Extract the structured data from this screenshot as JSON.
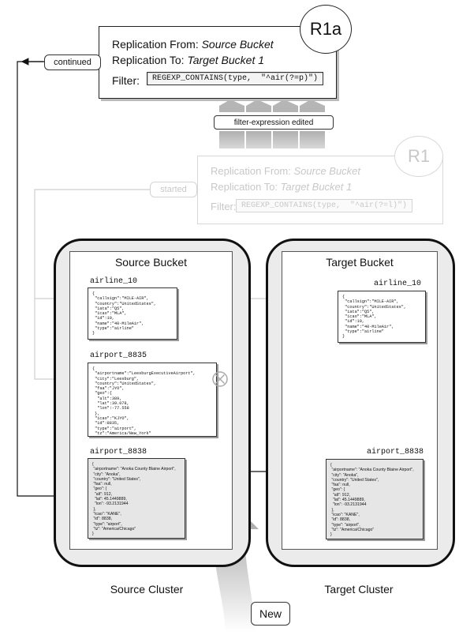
{
  "repl_active": {
    "badge": "R1a",
    "from_label": "Replication From: ",
    "from_value": "Source Bucket",
    "to_label": "Replication To: ",
    "to_value": "Target Bucket 1",
    "filter_label": "Filter:",
    "filter_value": "REGEXP_CONTAINS(type,  \"^air(?=p)\")"
  },
  "repl_old": {
    "badge": "R1",
    "from_label": "Replication From: ",
    "from_value": "Source Bucket",
    "to_label": "Replication To: ",
    "to_value": "Target Bucket 1",
    "filter_label": "Filter:",
    "filter_value": "REGEXP_CONTAINS(type,  \"^air(?=l)\")"
  },
  "status": {
    "continued": "continued",
    "started": "started",
    "edited": "filter-expression  edited"
  },
  "source": {
    "bucket_title": "Source Bucket",
    "cluster_label": "Source Cluster",
    "doc1_key": "airline_10",
    "doc1_body": "{\n \"callsign\":\"MILE-AIR\",\n \"country\":\"UnitedStates\",\n \"iata\":\"Q5\",\n \"icao\":\"MLA\",\n \"id\":10,\n \"name\":\"40-MileAir\",\n \"type\":\"airline\"\n}",
    "doc2_key": "airport_8835",
    "doc2_body": "{\n \"airportname\":\"LeesburgExecutiveAirport\",\n \"city\":\"Leesburg\",\n \"country\":\"UnitedStates\",\n \"faa\":\"JYO\",\n \"geo\":{\n  \"alt\":389,\n  \"lat\":39.078,\n  \"lon\":-77.558\n },\n \"icao\":\"KJYO\",\n \"id\":8835,\n \"type\":\"airport\",\n \"tz\":\"America/New_York\"\n}",
    "doc3_key": "airport_8838",
    "doc3_body": "{\n \"airportname\": \"Anoka County Blaine Airport\",\n \"city\": \"Anoka\",\n \"country\": \"United States\",\n \"faa\": null,\n \"geo\": {\n  \"alt\": 912,\n  \"lat\": 45.1449889,\n  \"lon\": -93.2131944\n },\n \"icao\": \"KANE\",\n \"id\": 8838,\n \"type\": \"airport\",\n \"tz\": \"America/Chicago\"\n}"
  },
  "target": {
    "bucket_title": "Target Bucket",
    "cluster_label": "Target Cluster",
    "doc1_key": "airline_10",
    "doc1_body": "{\n \"callsign\":\"MILE-AIR\",\n \"country\":\"UnitedStates\",\n \"iata\":\"Q5\",\n \"icao\":\"MLA\",\n \"id\":10,\n \"name\":\"40-MileAir\",\n \"type\":\"airline\"\n}",
    "doc3_key": "airport_8838",
    "doc3_body": "{\n \"airportname\": \"Anoka County Blaine Airport\",\n \"city\": \"Anoka\",\n \"country\": \"United States\",\n \"faa\": null,\n \"geo\": {\n  \"alt\": 912,\n  \"lat\": 45.1449889,\n  \"lon\": -93.2131944\n },\n \"icao\": \"KANE\",\n \"id\": 8838,\n \"type\": \"airport\",\n \"tz\": \"America/Chicago\"\n}"
  },
  "new_label": "New",
  "colors": {
    "faded": "#c8c8c8",
    "cluster_bg": "#ebebeb"
  }
}
